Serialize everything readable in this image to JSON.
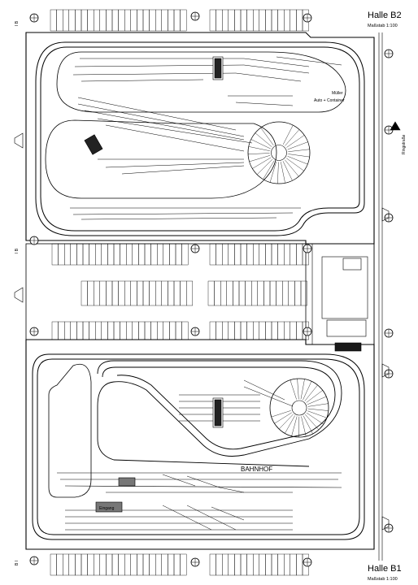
{
  "hall_top": {
    "title": "Halle B2",
    "scale": "Maßstab 1:100"
  },
  "hall_bottom": {
    "title": "Halle B1",
    "scale": "Maßstab 1:100"
  },
  "labels": {
    "main_station": "BAHNHOF",
    "yard_note": "Müller\nAuto + Container",
    "entrance": "Eingang",
    "side_label_right": "Ringstraße",
    "left_marker_top": "I B",
    "left_marker_mid": "I B",
    "left_marker_bottom": "B I"
  },
  "colors": {
    "line": "#000000",
    "fill_dark": "#1a1a1a",
    "hatch_gray": "#888888"
  }
}
